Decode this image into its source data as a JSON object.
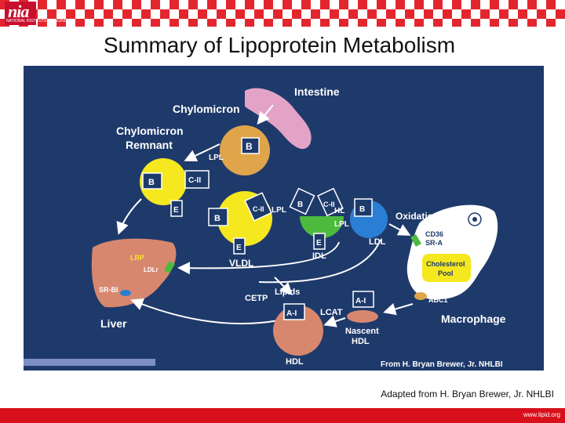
{
  "header": {
    "logo_text": "nia",
    "logo_subtext": "NATIONAL INSTITUTE ON AGING"
  },
  "title": "Summary of Lipoprotein Metabolism",
  "colors": {
    "accent_red": "#d7101b",
    "diagram_bg": "#1e3a6b",
    "text_white": "#ffffff"
  },
  "diagram": {
    "intestine": "Intestine",
    "chylomicron": "Chylomicron",
    "chylomicron_remnant_line1": "Chylomicron",
    "chylomicron_remnant_line2": "Remnant",
    "liver": "Liver",
    "vldl": "VLDL",
    "idl": "IDL",
    "ldl": "LDL",
    "hdl": "HDL",
    "nascent_hdl_line1": "Nascent",
    "nascent_hdl_line2": "HDL",
    "macrophage": "Macrophage",
    "oxidation": "Oxidation",
    "cholesterol_pool_line1": "Cholesterol",
    "cholesterol_pool_line2": "Pool",
    "cd36": "CD36",
    "sra": "SR-A",
    "abc1": "ABC1",
    "lcat": "LCAT",
    "cetp": "CETP",
    "lipids": "Lipids",
    "lrp": "LRP",
    "ldlr": "LDLr",
    "srbi": "SR-BI",
    "lpl": "LPL",
    "hl": "HL",
    "apo_b": "B",
    "apo_e": "E",
    "apo_cii": "C-II",
    "apo_ai": "A-I",
    "credit": "From H. Bryan Brewer, Jr. NHLBI"
  },
  "caption": "Adapted from H. Bryan Brewer, Jr. NHLBI",
  "footer_url": "www.lipid.org"
}
